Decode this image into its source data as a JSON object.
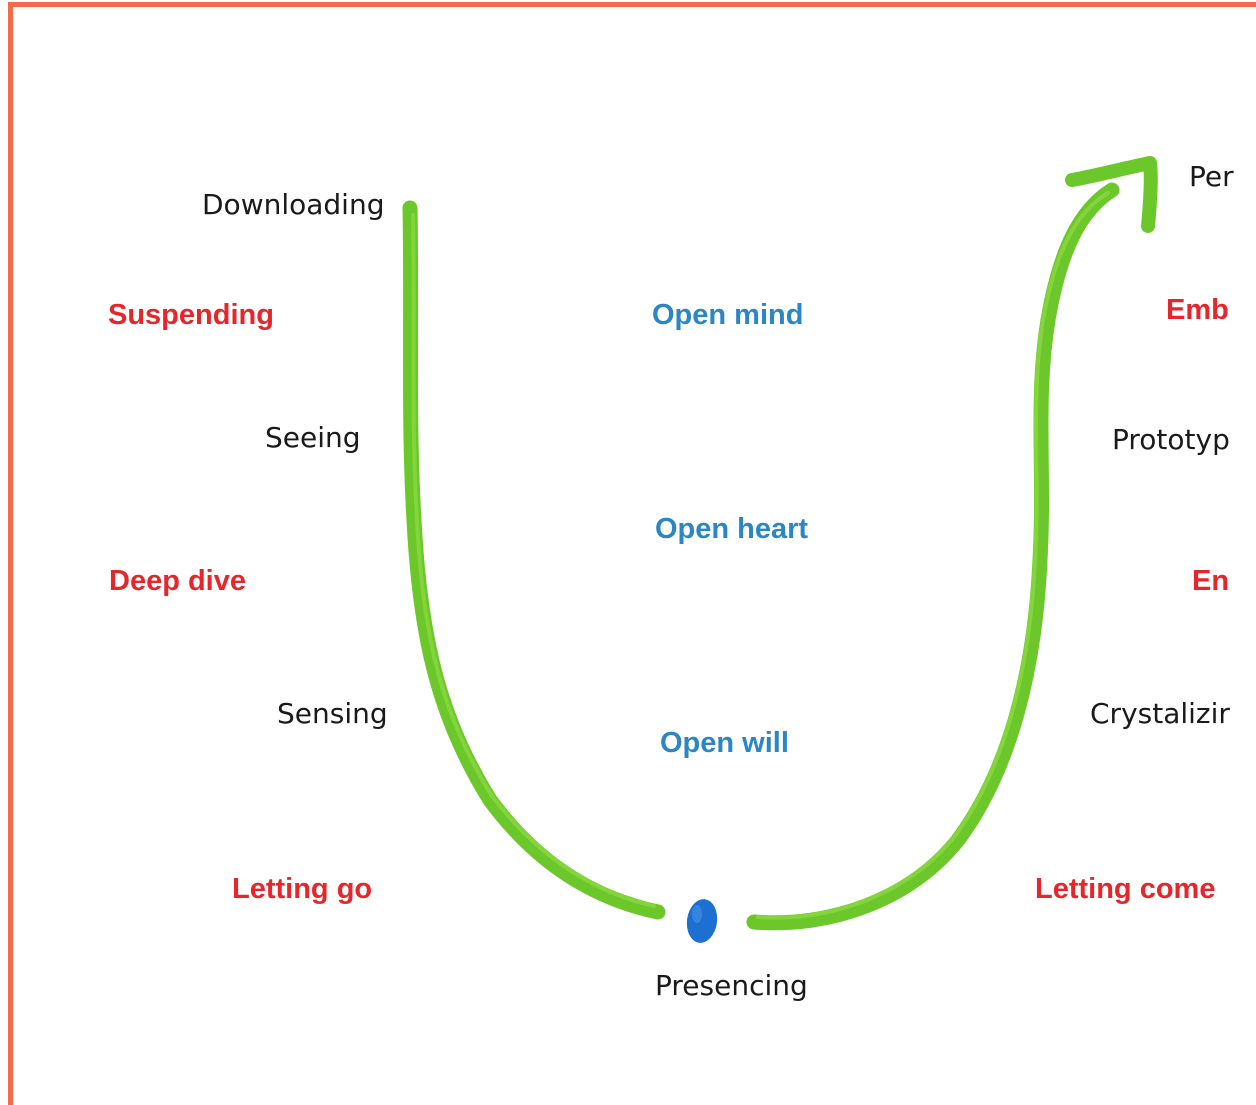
{
  "colors": {
    "frame_border": "#f26b4b",
    "curve_green": "#6cc72a",
    "curve_green_light": "#8fdc45",
    "dot_blue": "#1d6fd1",
    "stage_text": "#1a1a1a",
    "action_text": "#e5262a",
    "open_text": "#2a86c4"
  },
  "left_stages": [
    "Downloading",
    "Seeing",
    "Sensing"
  ],
  "left_actions": [
    "Suspending",
    "Deep dive",
    "Letting go"
  ],
  "center": [
    "Open mind",
    "Open heart",
    "Open will"
  ],
  "bottom_stage": "Presencing",
  "right_stages": [
    "Per",
    "Prototyp",
    "Crystalizir"
  ],
  "right_actions": [
    "Emb",
    "En",
    "Letting come"
  ]
}
